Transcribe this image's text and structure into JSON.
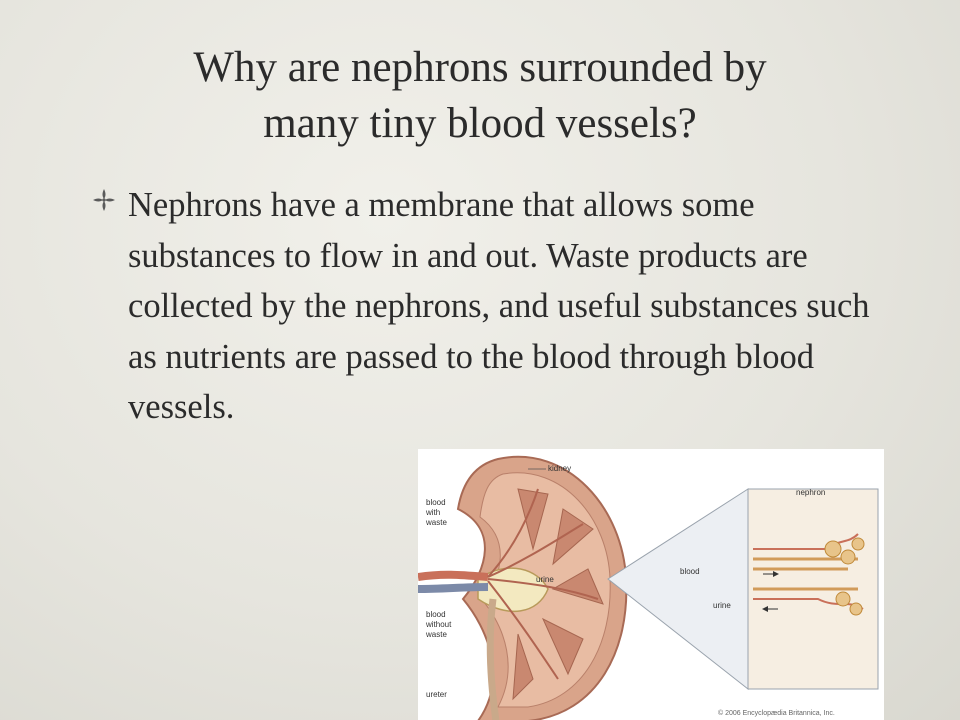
{
  "slide": {
    "title_lines": [
      "Why are nephrons surrounded by",
      "many tiny blood vessels?"
    ],
    "bullet_marker": "diamond-flower-bullet",
    "bullet_text": "Nephrons have a membrane that allows some substances to flow in and out. Waste products are collected by the nephrons, and useful substances such as nutrients are passed to the blood through blood vessels."
  },
  "illustration": {
    "labels": {
      "kidney": "kidney",
      "blood_with_waste": [
        "blood",
        "with",
        "waste"
      ],
      "blood_without_waste": [
        "blood",
        "without",
        "waste"
      ],
      "ureter": "ureter",
      "urine_kidney": "urine",
      "nephron": "nephron",
      "blood_detail": "blood",
      "urine_detail": "urine"
    },
    "copyright": "© 2006 Encyclopædia Britannica, Inc."
  }
}
